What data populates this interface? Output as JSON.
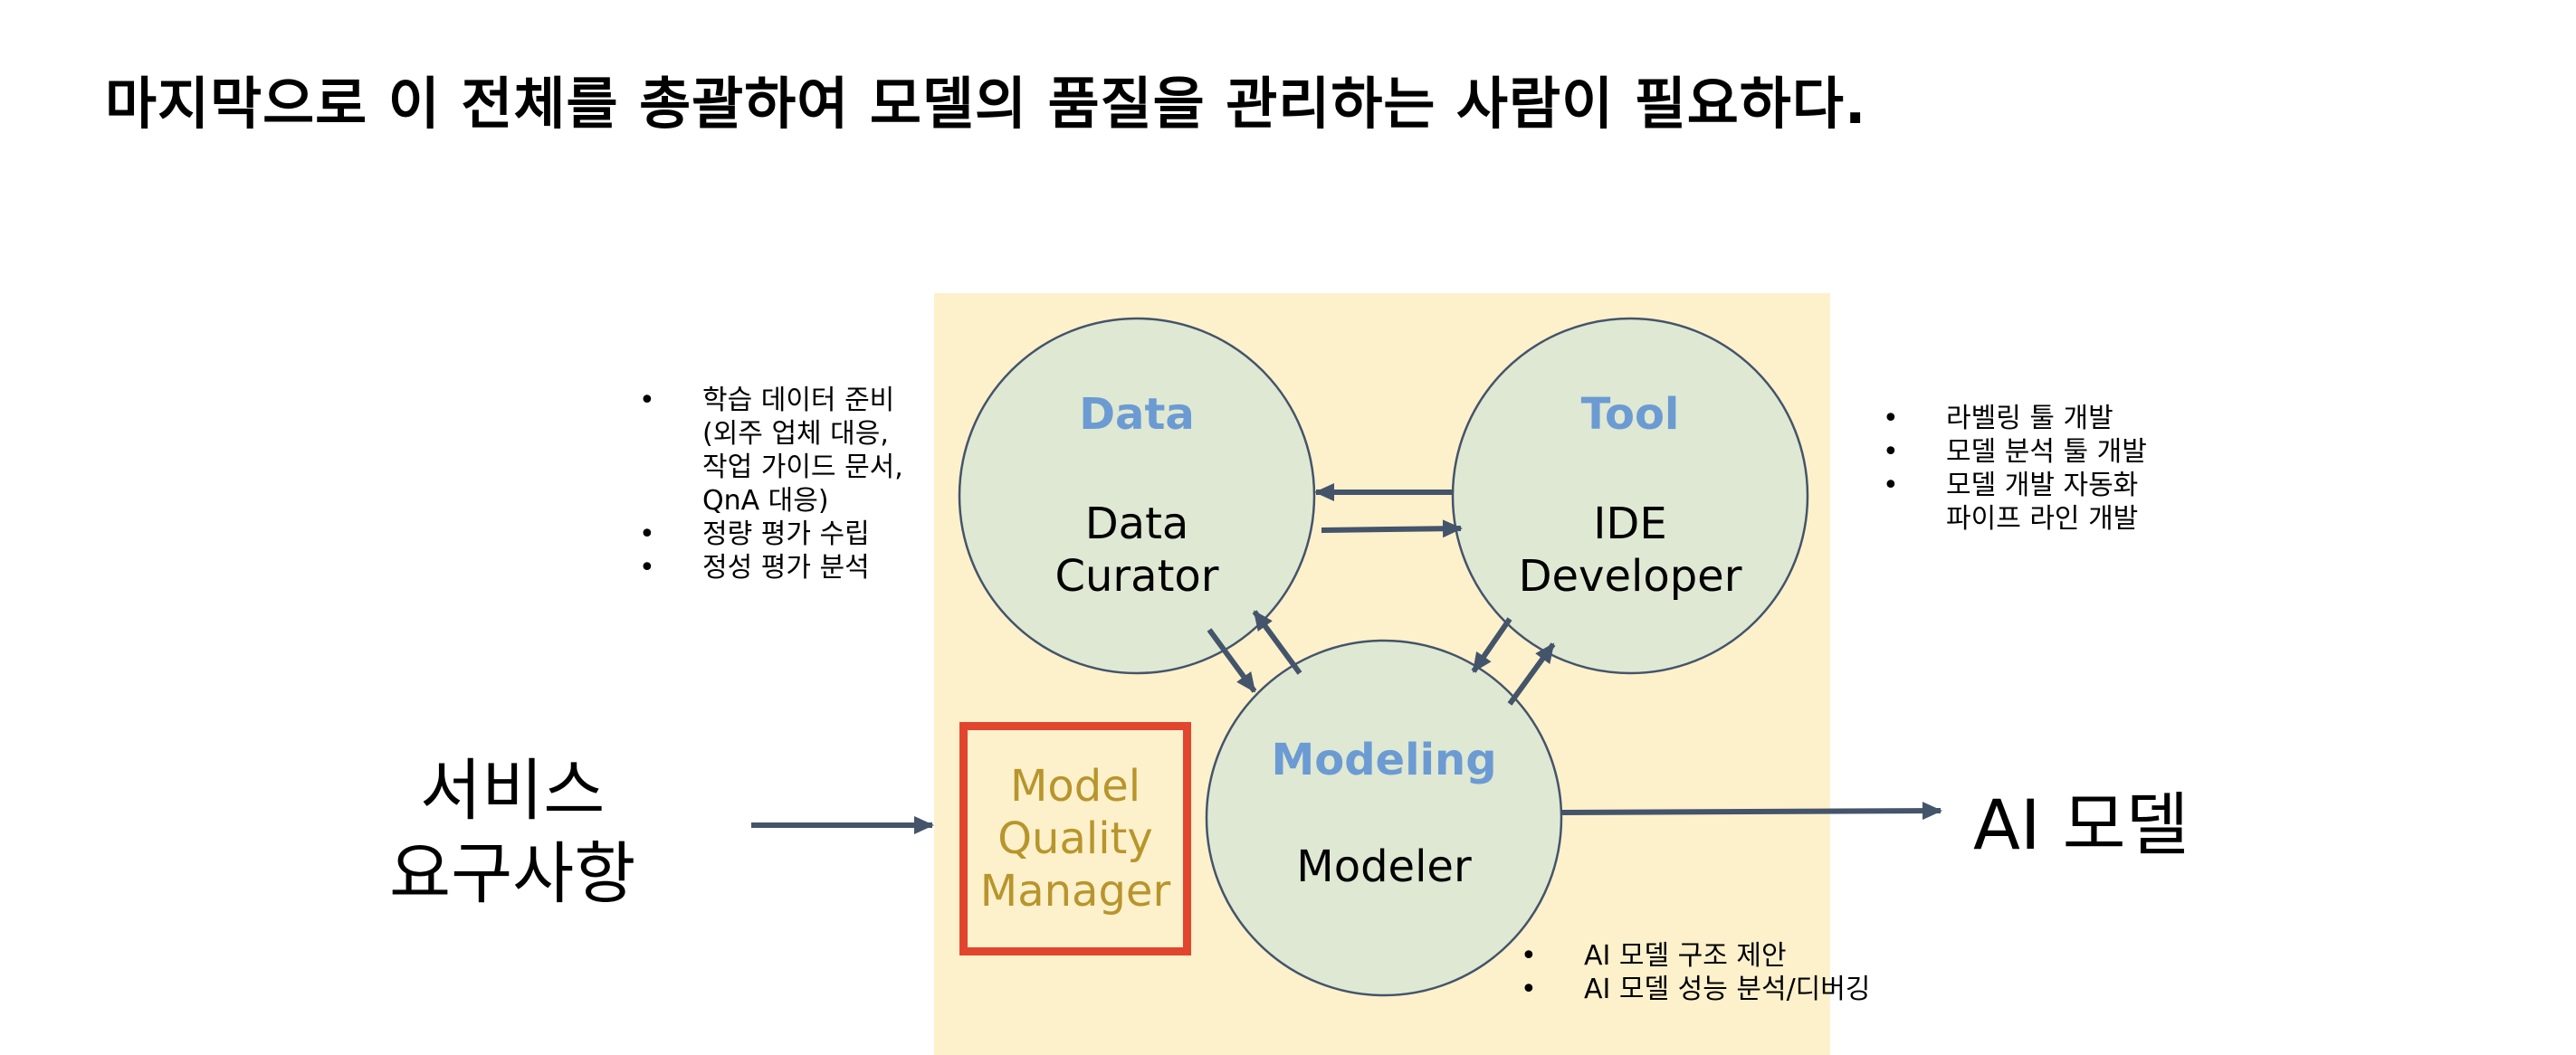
{
  "title": "마지막으로 이 전체를 총괄하여 모델의 품질을 관리하는 사람이 필요하다.",
  "nodes": {
    "data": {
      "heading": "Data",
      "lines": [
        "Data",
        "Curator"
      ]
    },
    "tool": {
      "heading": "Tool",
      "lines": [
        "IDE",
        "Developer"
      ]
    },
    "modeling": {
      "heading": "Modeling",
      "lines": [
        "Modeler"
      ]
    }
  },
  "quality_manager": {
    "lines": [
      "Model",
      "Quality",
      "Manager"
    ]
  },
  "input_label": {
    "lines": [
      "서비스",
      "요구사항"
    ]
  },
  "output_label": "AI 모델",
  "data_bullets": [
    {
      "lines": [
        "학습 데이터 준비",
        "(외주 업체 대응,",
        "작업 가이드 문서,",
        "QnA 대응)"
      ]
    },
    {
      "lines": [
        "정량 평가 수립"
      ]
    },
    {
      "lines": [
        "정성 평가 분석"
      ]
    }
  ],
  "tool_bullets": [
    {
      "lines": [
        "라벨링 툴 개발"
      ]
    },
    {
      "lines": [
        "모델 분석 툴 개발"
      ]
    },
    {
      "lines": [
        "모델 개발 자동화",
        "파이프 라인 개발"
      ]
    }
  ],
  "modeling_bullets": [
    {
      "lines": [
        "AI 모델 구조 제안"
      ]
    },
    {
      "lines": [
        "AI 모델 성능  분석/디버깅"
      ]
    }
  ],
  "colors": {
    "panel": "#fdf1cc",
    "circle_fill": "#dfe8d3",
    "circle_stroke": "#44546a",
    "heading": "#6b9bd2",
    "qm_border": "#e2452d",
    "qm_text": "#b8952c",
    "arrow": "#44546a"
  }
}
